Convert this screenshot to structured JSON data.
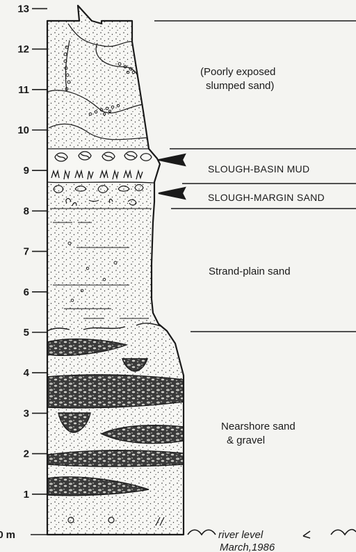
{
  "scale": {
    "unit": "m",
    "ticks": [
      0,
      1,
      2,
      3,
      4,
      5,
      6,
      7,
      8,
      9,
      10,
      11,
      12,
      13
    ]
  },
  "units": {
    "slumped": {
      "line1": "(Poorly exposed",
      "line2": "slumped sand)"
    },
    "slough_basin": "SLOUGH-BASIN MUD",
    "slough_margin": "SLOUGH-MARGIN SAND",
    "strand_plain": "Strand-plain sand",
    "nearshore": {
      "line1": "Nearshore sand",
      "line2": "& gravel"
    }
  },
  "river": {
    "line1": "river level",
    "line2": "March,1986"
  },
  "colors": {
    "ink": "#1a1a1a",
    "paper": "#f4f4f1"
  }
}
